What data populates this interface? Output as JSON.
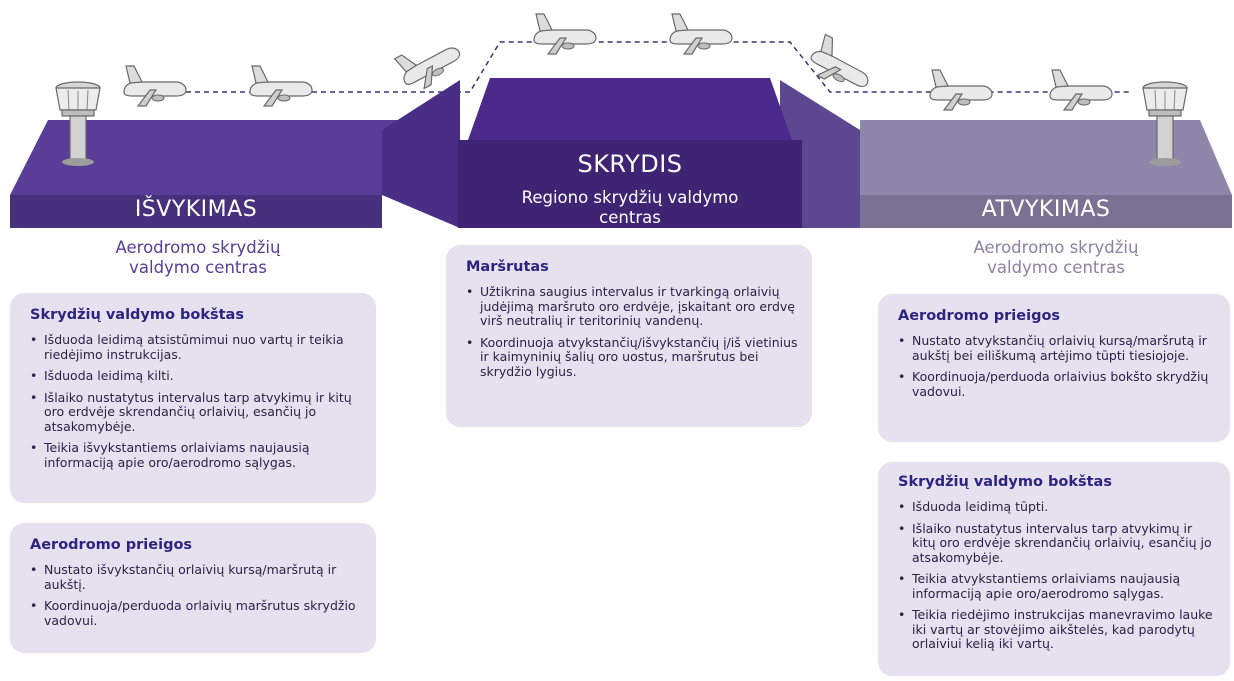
{
  "colors": {
    "left_band": "#5a3d97",
    "center_band": "#4c2a8c",
    "right_band": "#8a82a3",
    "card_bg": "#e6e1ee",
    "heading": "#2d2480",
    "left_center_label": "#5a3d97",
    "right_center_label": "#8a82a3"
  },
  "icons": [
    "control-tower-icon",
    "airplane-icon"
  ],
  "stages": {
    "departure": {
      "title": "IŠVYKIMAS",
      "center": "Aerodromo skrydžių valdymo centras"
    },
    "flight": {
      "title": "SKRYDIS",
      "center": "Regiono skrydžių valdymo centras"
    },
    "arrival": {
      "title": "ATVYKIMAS",
      "center": "Aerodromo skrydžių valdymo centras"
    }
  },
  "cards": {
    "departure_tower": {
      "title": "Skrydžių valdymo bokštas",
      "items": [
        "Išduoda leidimą atsistūmimui nuo vartų ir teikia riedėjimo instrukcijas.",
        "Išduoda leidimą kilti.",
        "Išlaiko nustatytus intervalus tarp atvykimų ir kitų oro erdvėje skrendančių orlaivių, esančių jo atsakomybėje.",
        "Teikia išvykstantiems orlaiviams naujausią informaciją apie oro/aerodromo sąlygas."
      ]
    },
    "departure_approach": {
      "title": "Aerodromo prieigos",
      "items": [
        "Nustato išvykstančių orlaivių kursą/maršrutą ir aukštį.",
        "Koordinuoja/perduoda orlaivių maršrutus skrydžio vadovui."
      ]
    },
    "route": {
      "title": "Maršrutas",
      "items": [
        "Užtikrina saugius intervalus ir tvarkingą orlaivių judėjimą maršruto oro erdvėje, įskaitant oro erdvę virš neutralių ir teritorinių vandenų.",
        "Koordinuoja atvykstančių/išvykstančių į/iš vietinius ir kaimyninių šalių oro uostus, maršrutus bei skrydžio lygius."
      ]
    },
    "arrival_approach": {
      "title": "Aerodromo prieigos",
      "items": [
        "Nustato atvykstančių orlaivių kursą/maršrutą ir aukštį bei eiliškumą artėjimo tūpti tiesiojoje.",
        "Koordinuoja/perduoda orlaivius bokšto skrydžių vadovui."
      ]
    },
    "arrival_tower": {
      "title": "Skrydžių valdymo bokštas",
      "items": [
        "Išduoda leidimą tūpti.",
        "Išlaiko nustatytus intervalus tarp atvykimų ir kitų oro erdvėje skrendančių orlaivių, esančių jo atsakomybėje.",
        "Teikia atvykstantiems orlaiviams naujausią informaciją apie oro/aerodromo sąlygas.",
        "Teikia riedėjimo instrukcijas manevravimo lauke iki vartų ar stovėjimo aikštelės, kad parodytų orlaiviui kelią iki vartų."
      ]
    }
  }
}
